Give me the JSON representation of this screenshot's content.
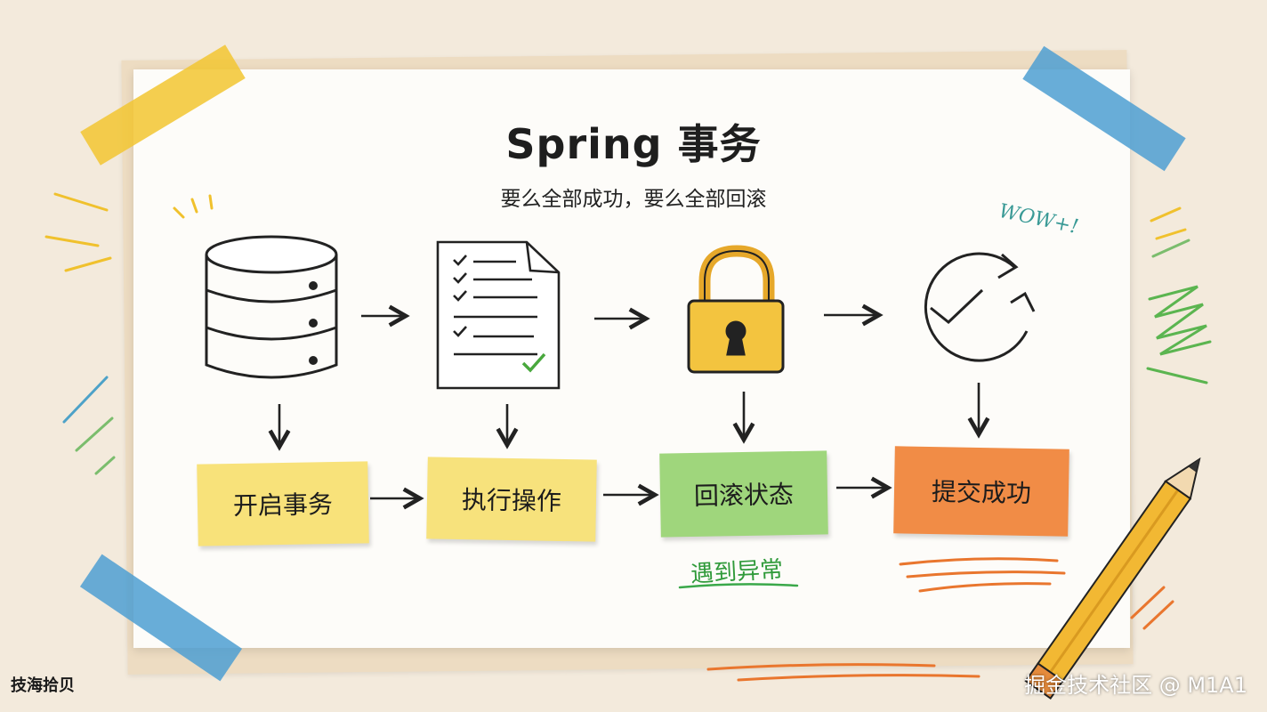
{
  "title": "Spring 事务",
  "subtitle": "要么全部成功，要么全部回滚",
  "steps": [
    {
      "label": "开启事务",
      "icon": "database-icon",
      "color": "#f8e27a"
    },
    {
      "label": "执行操作",
      "icon": "checklist-document-icon",
      "color": "#f7e27c"
    },
    {
      "label": "回滚状态",
      "icon": "padlock-icon",
      "color": "#9fd67c"
    },
    {
      "label": "提交成功",
      "icon": "circular-check-icon",
      "color": "#f18c46"
    }
  ],
  "annotation": "遇到异常",
  "exclamation": "WOW+!",
  "watermark_left": "技海拾贝",
  "watermark_right": "掘金技术社区 @ M1A1"
}
